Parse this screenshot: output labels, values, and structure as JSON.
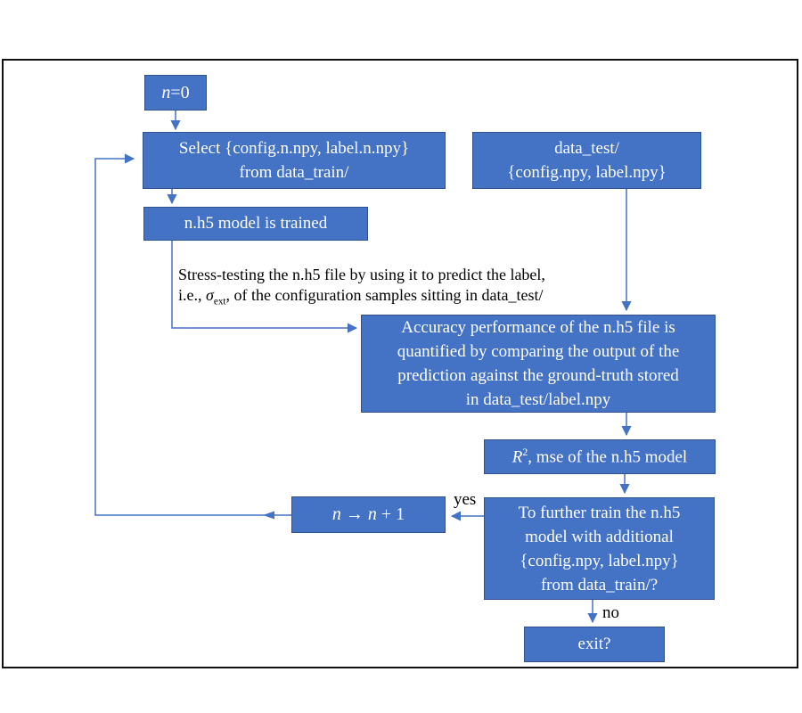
{
  "figure": {
    "type": "flowchart",
    "colors": {
      "box_fill": "#4472C4",
      "box_border": "#2F528F",
      "arrow": "#4472C4",
      "box_text": "#FFFFFF",
      "label_text": "#000000",
      "frame_border": "#111111"
    },
    "nodes": {
      "init": {
        "var": "n",
        "rest": "=0"
      },
      "select": {
        "lines": [
          "Select {config.n.npy, label.n.npy}",
          "from data_train/"
        ]
      },
      "trained": {
        "label": "n.h5 model is trained"
      },
      "data_test": {
        "lines": [
          "data_test/",
          "{config.npy, label.npy}"
        ]
      },
      "accuracy": {
        "lines": [
          "Accuracy performance of the n.h5 file is",
          "quantified by comparing the output of the",
          "prediction against the ground-truth stored",
          "in data_test/label.npy"
        ]
      },
      "metrics": {
        "var": "R",
        "sup": "2",
        "rest": ", mse of the n.h5 model"
      },
      "further": {
        "lines": [
          "To further train the n.h5",
          "model with additional",
          "{config.npy, label.npy}",
          "from data_train/?"
        ]
      },
      "increment": {
        "var1": "n",
        "arrow": " → ",
        "var2": "n",
        "rest": " + 1"
      },
      "exit": {
        "label": "exit?"
      }
    },
    "edge_labels": {
      "yes": "yes",
      "no": "no"
    },
    "annotation": {
      "line1": "Stress-testing the n.h5 file by using it to predict the label,",
      "line2_pre": "i.e., ",
      "sigma": "σ",
      "sigma_sub": "ext",
      "line2_post": ", of the configuration samples sitting in data_test/"
    }
  }
}
